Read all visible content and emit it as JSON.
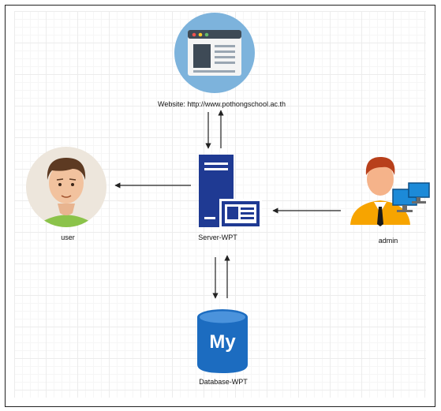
{
  "nodes": {
    "website": {
      "label": "Website: http://www.pothongschool.ac.th"
    },
    "user": {
      "label": "user"
    },
    "server": {
      "label": "Server-WPT"
    },
    "admin": {
      "label": "admin"
    },
    "database": {
      "label": "Database-WPT",
      "logo_text": "My"
    }
  },
  "colors": {
    "website_circle": "#7db3dc",
    "user_circle": "#ede6dc",
    "server_blue": "#1f3a93",
    "database_blue": "#1c6cc0",
    "admin_orange": "#f7a400",
    "monitor_blue": "#1c8ad8",
    "arrow": "#222222"
  },
  "icons": [
    "browser-window-icon",
    "user-avatar-icon",
    "server-icon",
    "admin-icon",
    "mysql-database-icon"
  ]
}
